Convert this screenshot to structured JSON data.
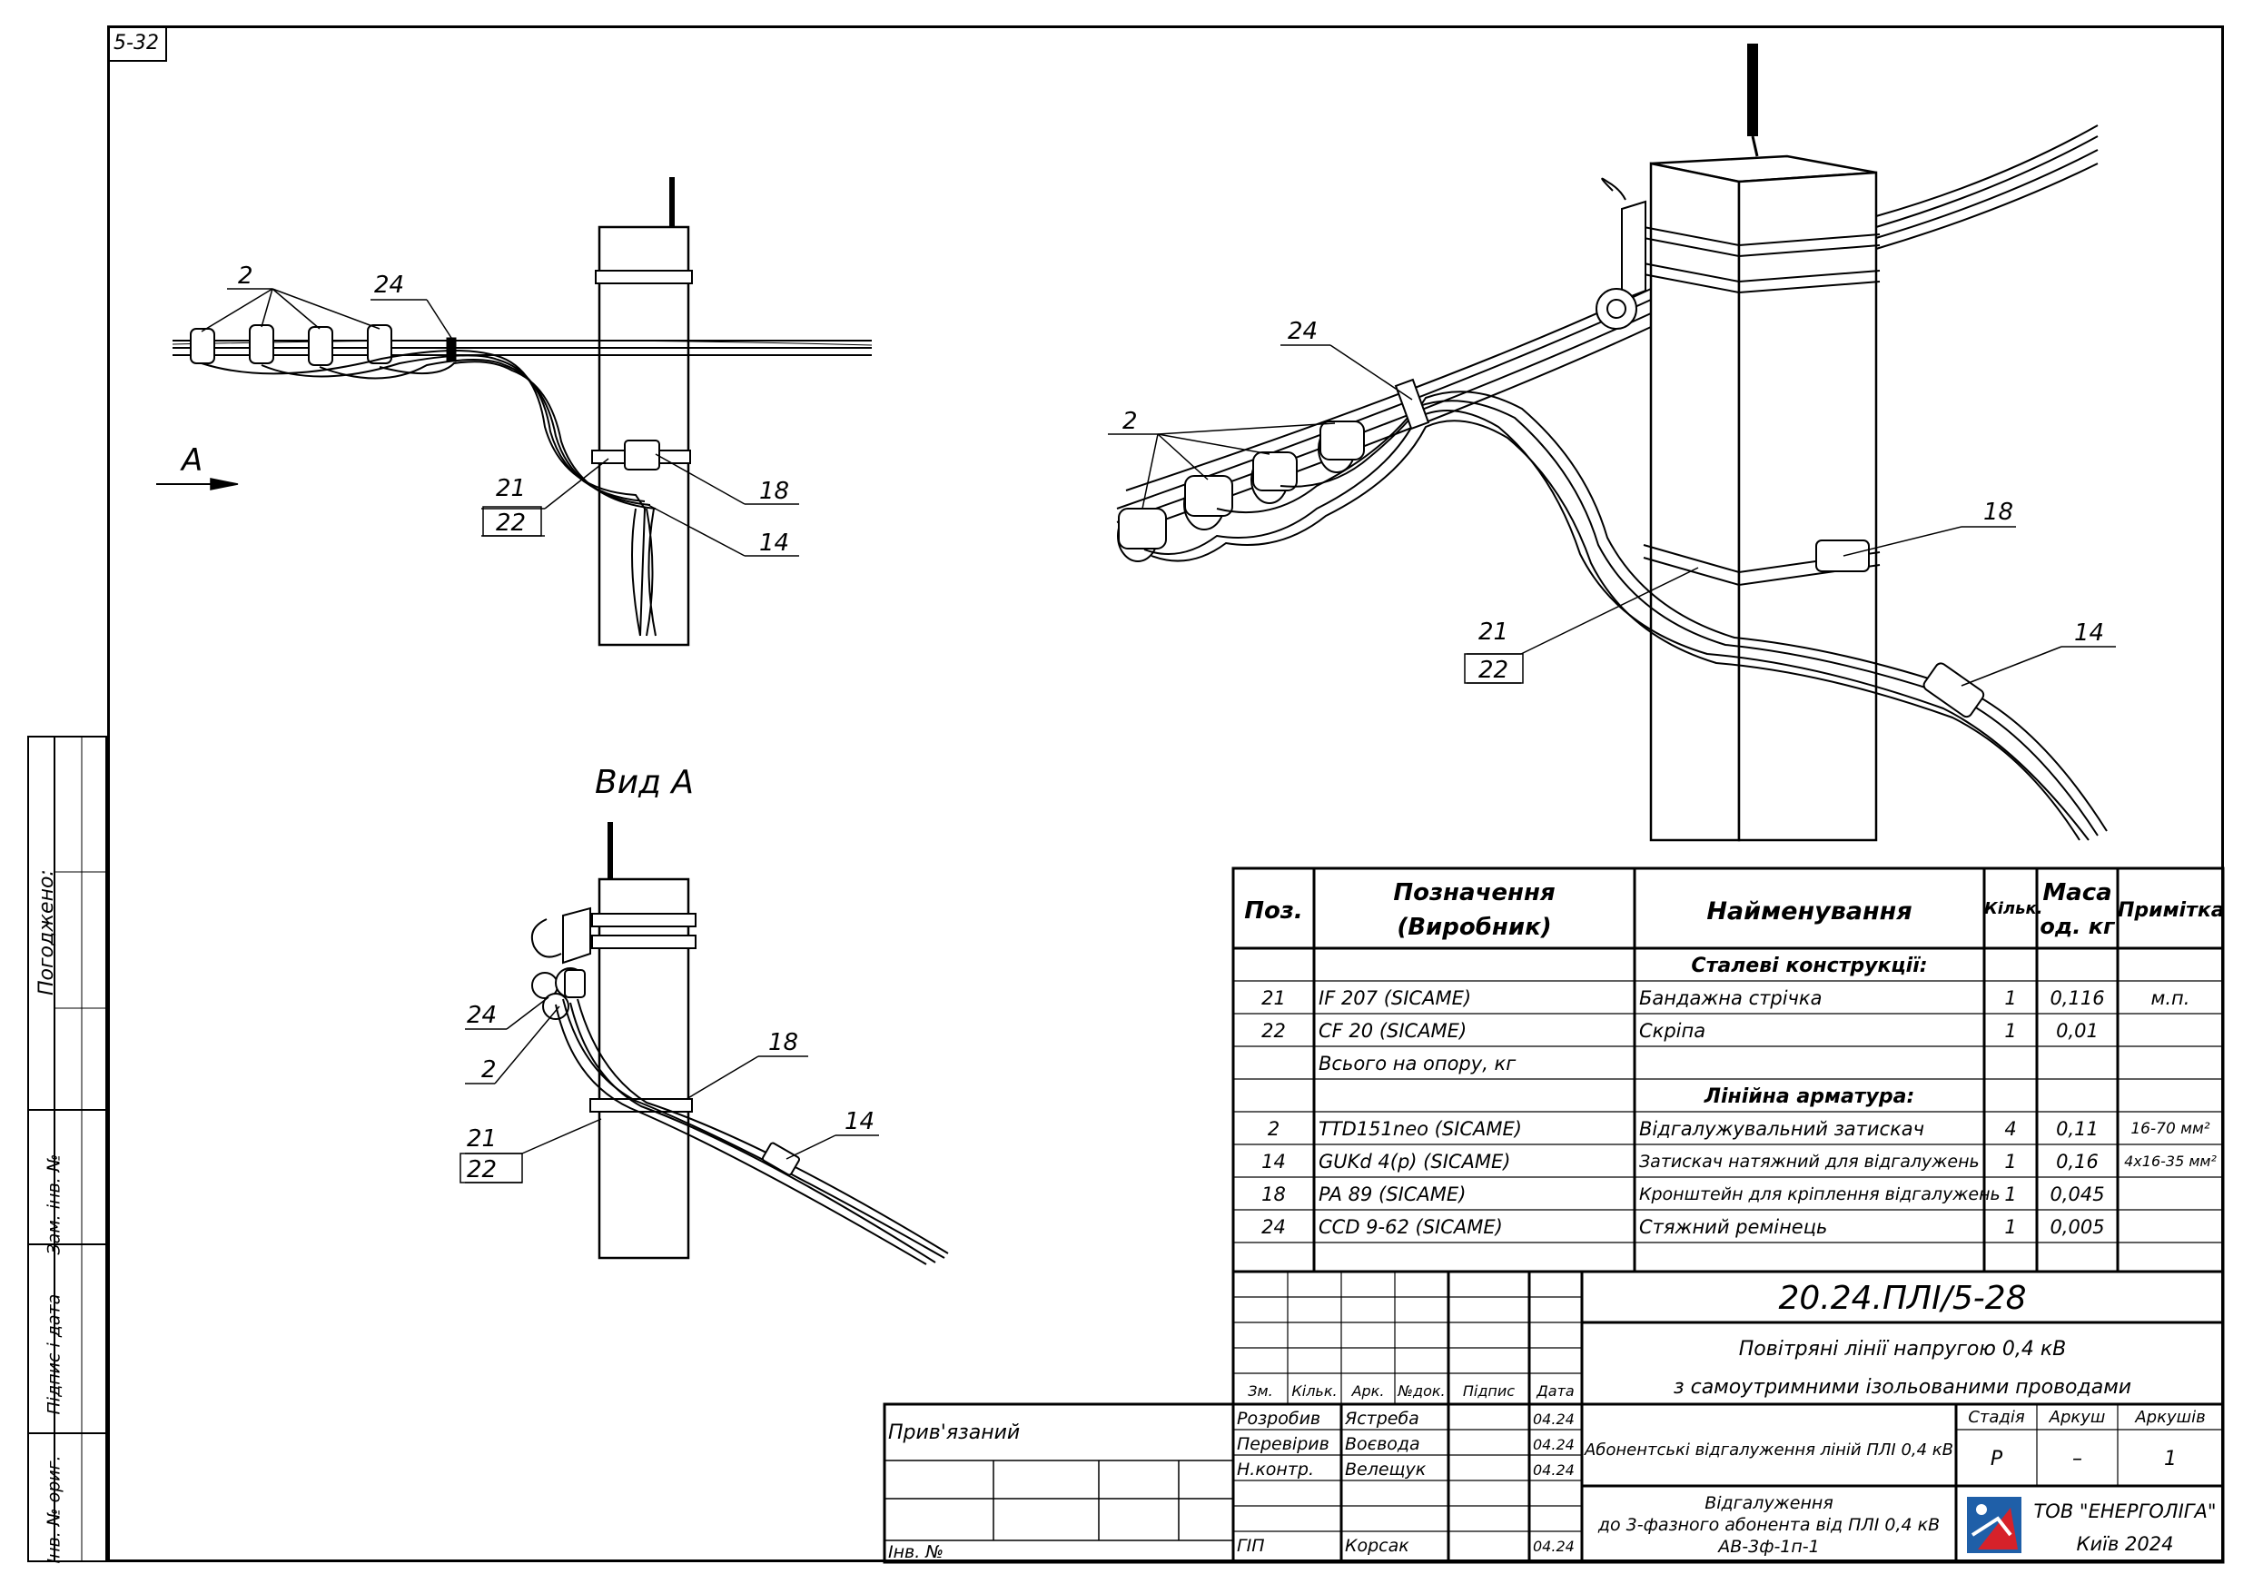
{
  "sheet_code": "5-32",
  "view_title": "Вид А",
  "view_arrow_label": "А",
  "callouts": {
    "main": {
      "p2": "2",
      "p24": "24",
      "p21": "21",
      "p22": "22",
      "p18": "18",
      "p14": "14"
    },
    "iso": {
      "p2": "2",
      "p24": "24",
      "p21": "21",
      "p22": "22",
      "p18": "18",
      "p14": "14"
    },
    "viewa": {
      "p2": "2",
      "p24": "24",
      "p21": "21",
      "p22": "22",
      "p18": "18",
      "p14": "14"
    }
  },
  "side_labels": {
    "agreed": "Погоджено:",
    "replaced_inv": "Зам. інв. №",
    "sign_date": "Підпис і дата",
    "orig_inv": "Інв. № ориг."
  },
  "spec": {
    "headers": {
      "pos": "Поз.",
      "designation": "Позначення (Виробник)",
      "designation_l1": "Позначення",
      "designation_l2": "(Виробник)",
      "name": "Найменування",
      "qty": "Кільк.",
      "mass_l1": "Маса",
      "mass_l2": "од. кг",
      "note": "Примітка"
    },
    "sections": [
      "Сталеві конструкції:",
      "Лінійна арматура:"
    ],
    "rows": [
      {
        "pos": "21",
        "designation": "IF 207  (SICAME)",
        "name": "Бандажна стрічка",
        "qty": "1",
        "mass": "0,116",
        "note": "м.п."
      },
      {
        "pos": "22",
        "designation": "CF 20  (SICAME)",
        "name": "Скріпа",
        "qty": "1",
        "mass": "0,01",
        "note": ""
      },
      {
        "pos": "",
        "designation": "Всього на опору, кг",
        "name": "",
        "qty": "",
        "mass": "",
        "note": ""
      },
      {
        "pos": "2",
        "designation": "TTD151neo  (SICAME)",
        "name": "Відгалужувальний затискач",
        "qty": "4",
        "mass": "0,11",
        "note": "16-70 мм²"
      },
      {
        "pos": "14",
        "designation": "GUKd 4(p)  (SICAME)",
        "name": "Затискач натяжний для відгалужень",
        "qty": "1",
        "mass": "0,16",
        "note": "4x16-35 мм²"
      },
      {
        "pos": "18",
        "designation": "PA 89  (SICAME)",
        "name": "Кронштейн для кріплення відгалужень",
        "qty": "1",
        "mass": "0,045",
        "note": ""
      },
      {
        "pos": "24",
        "designation": "CCD 9-62  (SICAME)",
        "name": "Стяжний ремінець",
        "qty": "1",
        "mass": "0,005",
        "note": ""
      }
    ]
  },
  "title_block": {
    "doc_code": "20.24.ПЛІ/5-28",
    "title_l1": "Повітряні лінії напругою 0,4 кВ",
    "title_l2": "з самоутримними ізольованими проводами",
    "col_heads": {
      "zm": "Зм.",
      "kilk": "Кільк.",
      "ark": "Арк.",
      "ndok": "№док.",
      "pidpys": "Підпис",
      "data": "Дата"
    },
    "people": [
      {
        "role": "Розробив",
        "name": "Ястреба",
        "date": "04.24"
      },
      {
        "role": "Перевірив",
        "name": "Воєвода",
        "date": "04.24"
      },
      {
        "role": "Н.контр.",
        "name": "Велещук",
        "date": "04.24"
      },
      {
        "role": "ГІП",
        "name": "Корсак",
        "date": "04.24"
      }
    ],
    "section_title": "Абонентські відгалуження ліній ПЛІ 0,4 кВ",
    "stage_head": "Стадія",
    "sheet_head": "Аркуш",
    "sheets_head": "Аркушів",
    "stage": "Р",
    "sheet": "–",
    "sheets": "1",
    "drawing_l1": "Відгалуження",
    "drawing_l2": "до 3-фазного абонента від ПЛІ 0,4 кВ",
    "drawing_l3": "АВ-3ф-1п-1",
    "company": "ТОВ \"ЕНЕРГОЛІГА\"",
    "city_year": "Київ 2024",
    "linked": "Прив'язаний",
    "inv": "Інв. №"
  },
  "colors": {
    "logo_blue": "#1f5fa8",
    "logo_red": "#d6222a"
  }
}
